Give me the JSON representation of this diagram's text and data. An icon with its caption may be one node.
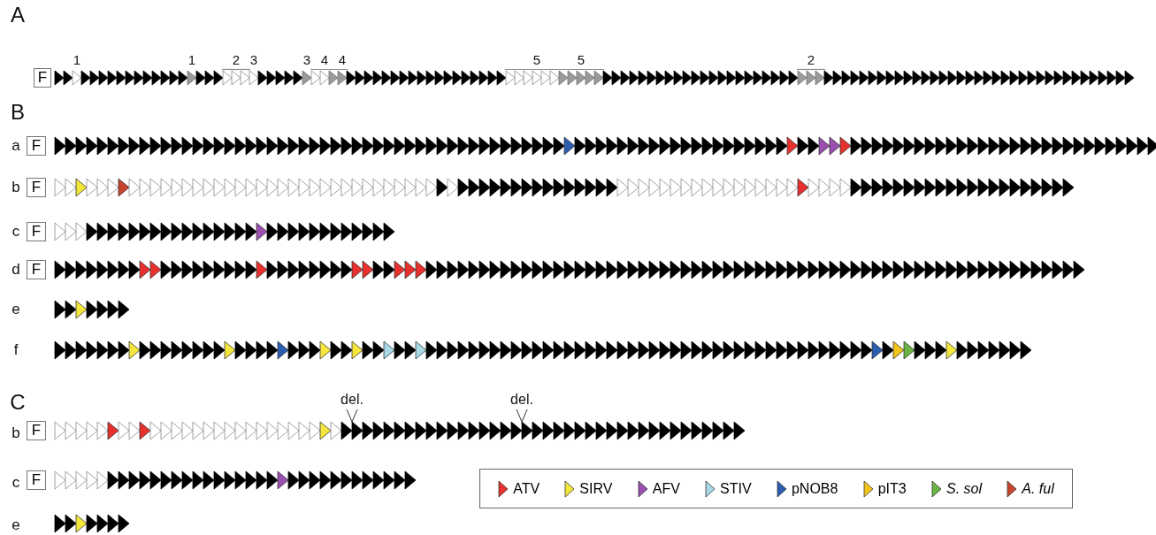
{
  "diagram": {
    "nodes": [
      {
        "text": [
          "F"
        ]
      },
      {
        "text": [
          "F"
        ]
      },
      {
        "text": [
          "F"
        ]
      },
      {
        "text": [
          "F"
        ]
      },
      {
        "text": [
          "F"
        ]
      },
      {
        "text": [
          "F"
        ]
      },
      {
        "text": [
          "F"
        ]
      }
    ],
    "labels": [
      "A",
      "1",
      "1",
      "2",
      "3",
      "3",
      "4",
      "4",
      "5",
      "5",
      "2",
      "B",
      "a",
      "b",
      "c",
      "d",
      "e",
      "f",
      "C",
      "del.",
      "del.",
      "b",
      "c",
      "e"
    ],
    "legend": [
      {
        "text": "ATV",
        "color": "#e8312f"
      },
      {
        "text": "SIRV",
        "color": "#f5e63c"
      },
      {
        "text": "AFV",
        "color": "#9b4fb0"
      },
      {
        "text": "STIV",
        "color": "#a6d8e6"
      },
      {
        "text": "pNOB8",
        "color": "#2b5db0"
      },
      {
        "text": "pIT3",
        "color": "#f2c41a"
      },
      {
        "text": "S. sol",
        "color": "#6ab443"
      },
      {
        "text": "A. ful",
        "color": "#c8442c"
      }
    ]
  }
}
